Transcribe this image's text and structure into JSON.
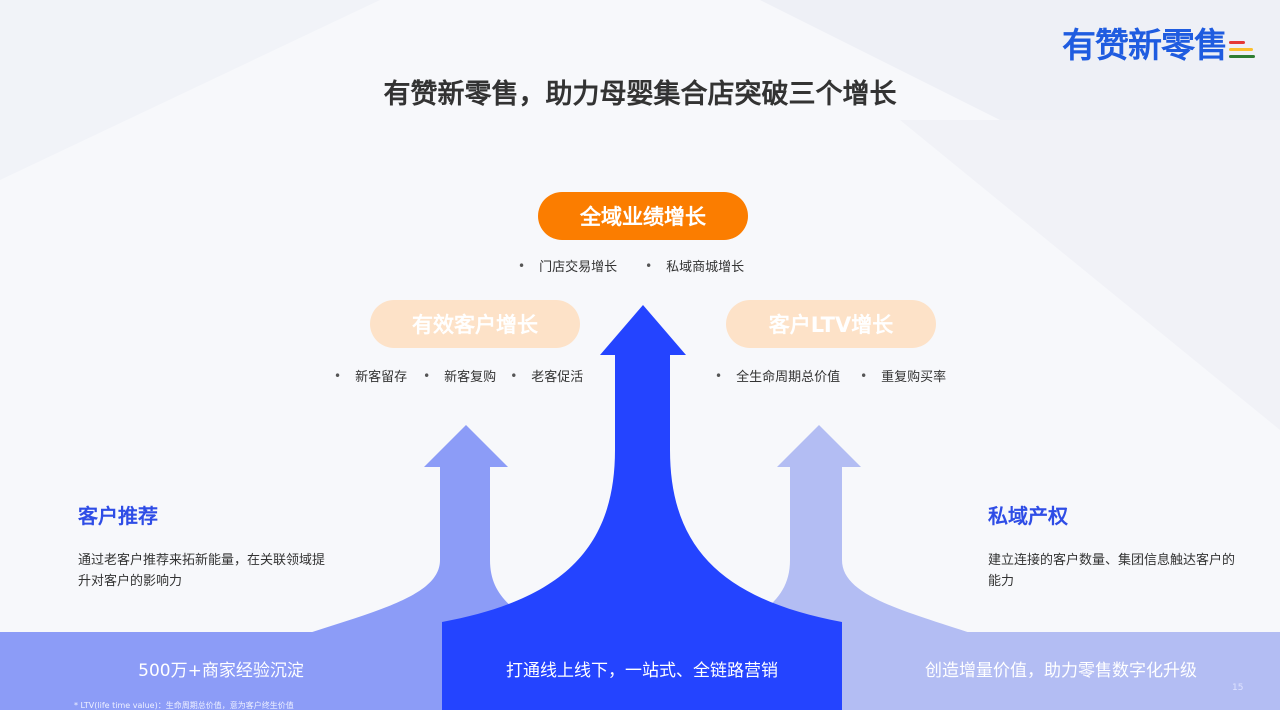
{
  "logo": {
    "text": "有赞新零售",
    "bar_colors": [
      "#e53935",
      "#fbc02d",
      "#2e7d32"
    ]
  },
  "title": "有赞新零售，助力母婴集合店突破三个增长",
  "growth_main": {
    "label": "全域业绩增长",
    "bullets": [
      "门店交易增长",
      "私域商城增长"
    ]
  },
  "growth_left": {
    "label": "有效客户增长",
    "bullets": [
      "新客留存",
      "新客复购",
      "老客促活"
    ]
  },
  "growth_right": {
    "label": "客户LTV增长",
    "bullets": [
      "全生命周期总价值",
      "重复购买率"
    ]
  },
  "left_panel": {
    "title": "客户推荐",
    "desc": "通过老客户推荐来拓新能量，在关联领域提升对客户的影响力"
  },
  "right_panel": {
    "title": "私域产权",
    "desc": "建立连接的客户数量、集团信息触达客户的能力"
  },
  "bottom": {
    "left": "500万+商家经验沉淀",
    "middle": "打通线上线下，一站式、全链路营销",
    "right": "创造增量价值，助力零售数字化升级"
  },
  "footnote": "* LTV(life time value)：生命周期总价值，意为客户终生价值",
  "page_number": "15",
  "colors": {
    "accent_orange": "#fb7d00",
    "pill_light": "#fde2c8",
    "arrow_main": "#2444ff",
    "arrow_left": "#8c9cf7",
    "arrow_right": "#b3bdf3",
    "heading_blue": "#2f4de6"
  }
}
